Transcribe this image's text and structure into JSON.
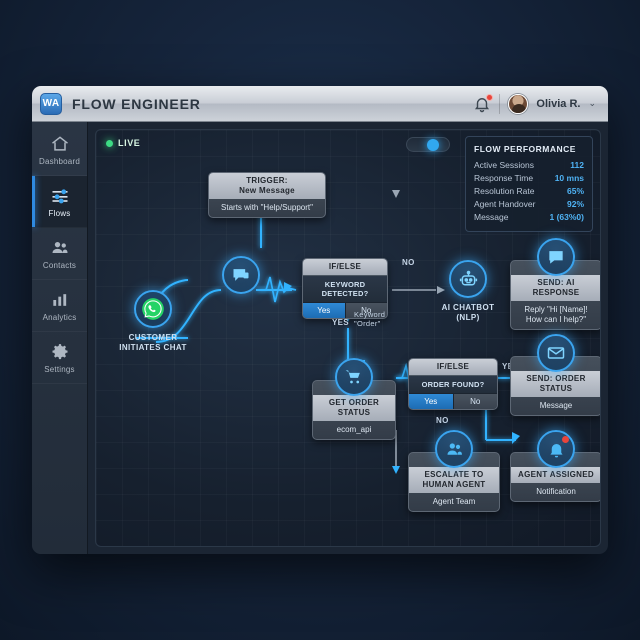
{
  "window": {
    "logo_text": "WA",
    "title": "FLOW ENGINEER",
    "user_name": "Olivia R.",
    "chevron": "⌄"
  },
  "sidebar": {
    "items": [
      {
        "label": "Dashboard",
        "icon": "home-icon",
        "active": false
      },
      {
        "label": "Flows",
        "icon": "sliders-icon",
        "active": true
      },
      {
        "label": "Contacts",
        "icon": "people-icon",
        "active": false
      },
      {
        "label": "Analytics",
        "icon": "bar-chart-icon",
        "active": false
      },
      {
        "label": "Settings",
        "icon": "gear-icon",
        "active": false
      }
    ]
  },
  "canvas": {
    "live_label": "LIVE",
    "toggle_state": "on"
  },
  "performance": {
    "title": "FLOW PERFORMANCE",
    "rows": [
      {
        "label": "Active Sessions",
        "value": "112"
      },
      {
        "label": "Response Time",
        "value": "10 mns"
      },
      {
        "label": "Resolution Rate",
        "value": "65%"
      },
      {
        "label": "Agent Handover",
        "value": "92%"
      },
      {
        "label": "Message",
        "value": "1 (63%0)"
      }
    ]
  },
  "flow": {
    "start": {
      "caption_line1": "CUSTOMER",
      "caption_line2": "INITIATES CHAT",
      "icon": "whatsapp-icon"
    },
    "message_node": {
      "icon": "chat-bubble-icon"
    },
    "trigger": {
      "title_line1": "TRIGGER:",
      "title_line2": "New Message",
      "sub": "Starts with \"Help/Support\""
    },
    "ifelse_keyword": {
      "title": "IF/ELSE",
      "question": "KEYWORD DETECTED?",
      "yes": "Yes",
      "no": "No"
    },
    "label_no_top": "NO",
    "label_yes_order": "YES",
    "label_keyword_order_l1": "Keyword",
    "label_keyword_order_l2": "\"Order\"",
    "chatbot": {
      "caption_line1": "AI CHATBOT",
      "caption_line2": "(NLP)",
      "icon": "robot-icon"
    },
    "send_ai": {
      "title": "SEND: AI RESPONSE",
      "sub_line1": "Reply \"Hi [Name]!",
      "sub_line2": "How can I help?\"",
      "icon": "chat-bubble-icon"
    },
    "get_order": {
      "title": "GET ORDER STATUS",
      "sub": "ecom_api",
      "icon": "cart-icon"
    },
    "ifelse_order": {
      "title": "IF/ELSE",
      "question": "ORDER FOUND?",
      "yes": "Yes",
      "no": "No"
    },
    "label_yes_order_found": "YES",
    "label_no_order_found": "NO",
    "send_order": {
      "title": "SEND: ORDER STATUS",
      "sub": "Message",
      "icon": "envelope-icon"
    },
    "escalate": {
      "title_line1": "ESCALATE TO",
      "title_line2": "HUMAN AGENT",
      "sub": "Agent Team",
      "icon": "people-icon"
    },
    "assigned": {
      "title": "AGENT ASSIGNED",
      "sub": "Notification",
      "icon": "bell-icon"
    }
  },
  "colors": {
    "accent": "#3aa4ef",
    "live": "#3ddc84",
    "alert": "#e8453c",
    "whatsapp": "#25d366"
  }
}
